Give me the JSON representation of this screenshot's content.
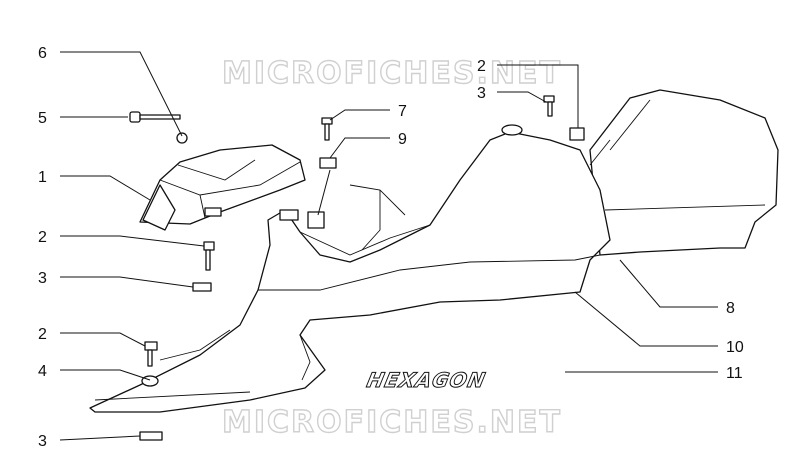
{
  "watermark": "MICROFICHES.NET",
  "logo_text": "HEXAGON",
  "callouts": [
    "6",
    "5",
    "1",
    "2",
    "3",
    "2",
    "4",
    "3",
    "7",
    "9",
    "2",
    "3",
    "8",
    "10",
    "11"
  ]
}
